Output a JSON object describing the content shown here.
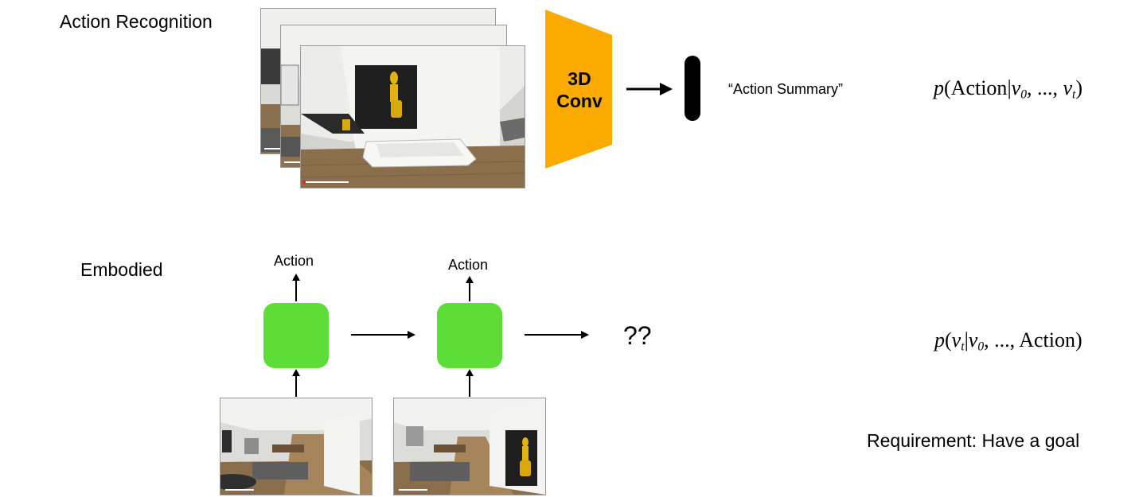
{
  "sections": {
    "action_recognition": {
      "title": "Action Recognition",
      "model_label_line1": "3D",
      "model_label_line2": "Conv",
      "output_label": "“Action Summary”",
      "formula": {
        "p": "p",
        "open": "(",
        "event": "Action",
        "bar": "|",
        "given": "v",
        "sub0": "0",
        "rest": ", ..., ",
        "given2": "v",
        "subt": "t",
        "close": ")"
      }
    },
    "embodied": {
      "title": "Embodied",
      "step1_action_label": "Action",
      "step2_action_label": "Action",
      "unknown_label": "??",
      "formula": {
        "p": "p",
        "open": "(",
        "v": "v",
        "subt": "t",
        "bar": "|",
        "v0": "v",
        "sub0": "0",
        "rest": ", ..., ",
        "event": "Action",
        "close": ")"
      },
      "requirement": "Requirement: Have a goal"
    }
  },
  "colors": {
    "conv_block": "#fbab00",
    "recurrent_block": "#5cdd38",
    "feature_vector": "#000000",
    "arrow": "#000000"
  },
  "icons": {
    "video_frame": "rendered-room-frame",
    "feature_vector": "rounded-black-bar"
  }
}
